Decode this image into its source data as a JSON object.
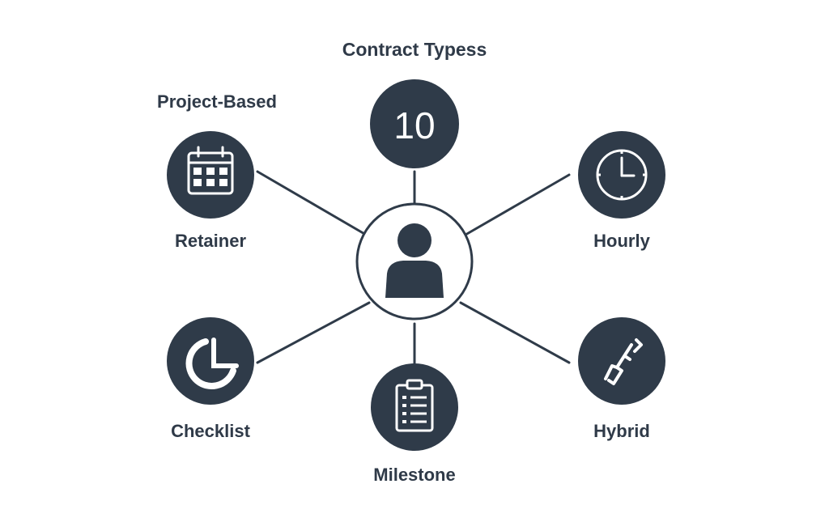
{
  "diagram": {
    "title": "Contract Typess",
    "count": "10",
    "labels": {
      "project_based": "Project-Based",
      "retainer": "Retainer",
      "hourly": "Hourly",
      "checklist": "Checklist",
      "milestone": "Milestone",
      "hybrid": "Hybrid"
    },
    "icons": {
      "center": "person-icon",
      "top": "count-badge",
      "top_left": "calendar-icon",
      "top_right": "clock-icon",
      "bottom_left": "pie-chart-icon",
      "bottom_center": "clipboard-checklist-icon",
      "bottom_right": "wrench-icon"
    },
    "colors": {
      "node_fill": "#2f3b49",
      "line": "#2f3b49",
      "text": "#2f3a48",
      "icon": "#ffffff"
    }
  }
}
